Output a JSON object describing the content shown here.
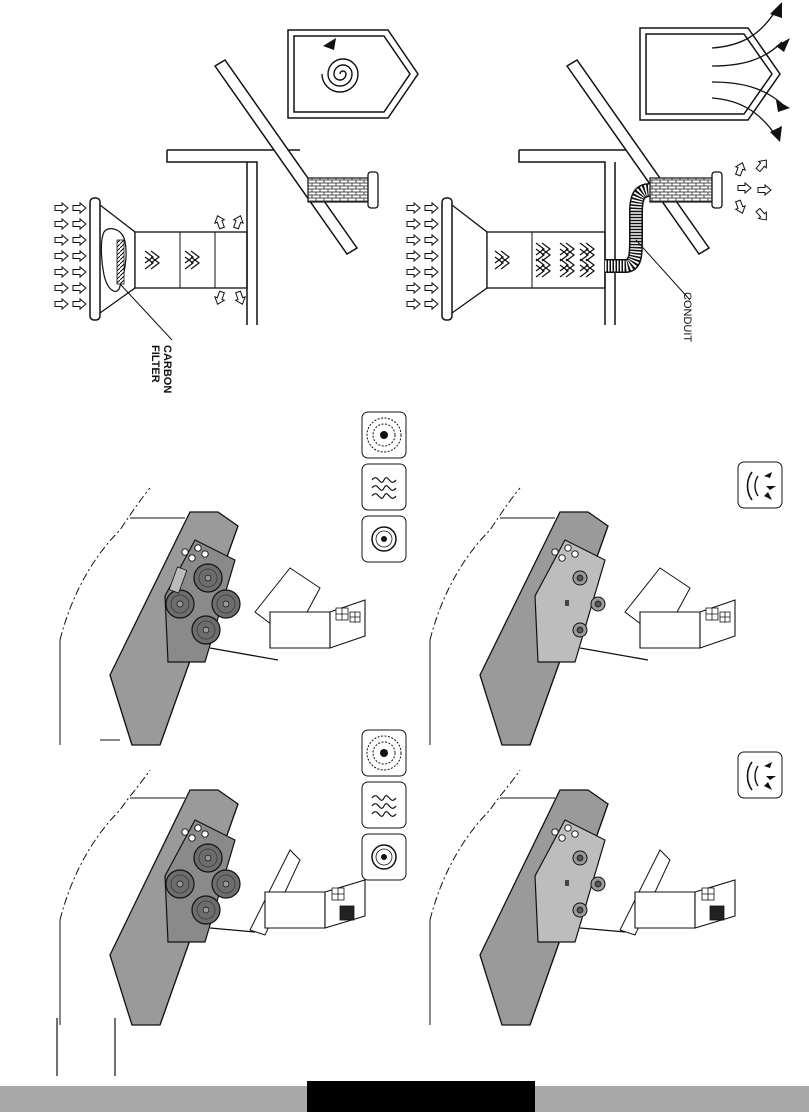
{
  "labels": {
    "carbon_filter_line1": "CARBON",
    "carbon_filter_line2": "FILTER",
    "conduit": "CONDUIT"
  },
  "icons": {
    "electric_group": [
      "hotplate-icon",
      "heating-element-icon",
      "fan-icon"
    ],
    "gas_group": [
      "gas-burner-icon"
    ]
  },
  "hobs": [
    {
      "type": "electric-hotplates",
      "count": 2
    },
    {
      "type": "gas-burners",
      "count": 2
    }
  ],
  "colors": {
    "line": "#111111",
    "hob_surface": "#9a9a9a",
    "hob_surface_dark": "#7d7d7d",
    "footer_bar": "#a9a9a9",
    "footer_block": "#000000"
  }
}
